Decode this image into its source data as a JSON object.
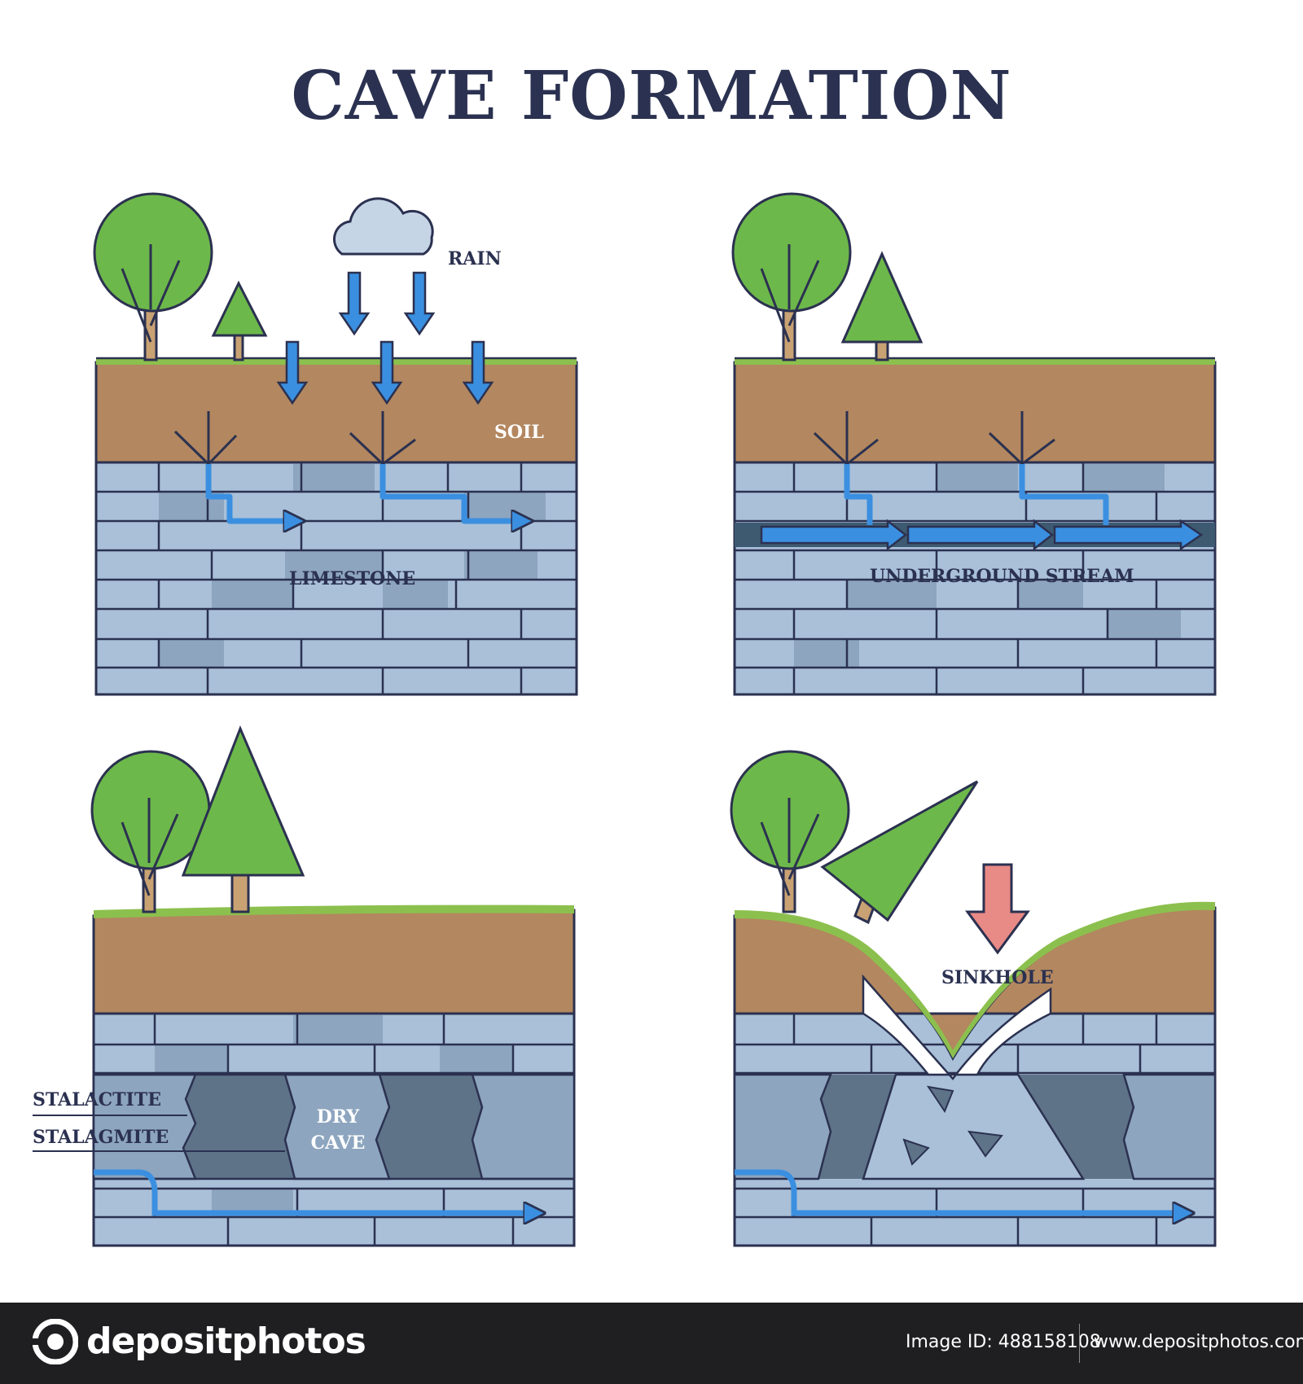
{
  "title": "CAVE FORMATION",
  "panels": {
    "top_left": {
      "rain_label": "RAIN",
      "soil_label": "SOIL",
      "limestone_label": "LIMESTONE"
    },
    "top_right": {
      "stream_label": "UNDERGROUND STREAM"
    },
    "bottom_left": {
      "stalactite_label": "STALACTITE",
      "stalagmite_label": "STALAGMITE",
      "cave_label_line1": "DRY",
      "cave_label_line2": "CAVE"
    },
    "bottom_right": {
      "sinkhole_label": "SINKHOLE"
    }
  },
  "footer": {
    "brand": "depositphotos",
    "image_id": "Image ID: 488158108",
    "site": "www.depositphotos.com"
  },
  "colors": {
    "title": "#2b3150",
    "grass": "#8cc04e",
    "soil": "#b3875f",
    "limestone": "#a9c0d8",
    "limestone_dark": "#8da5bf",
    "water": "#3b8fe0",
    "cave": "#5e7388",
    "tree_leaf": "#6db84a",
    "sinkhole_arrow": "#e88a86"
  }
}
